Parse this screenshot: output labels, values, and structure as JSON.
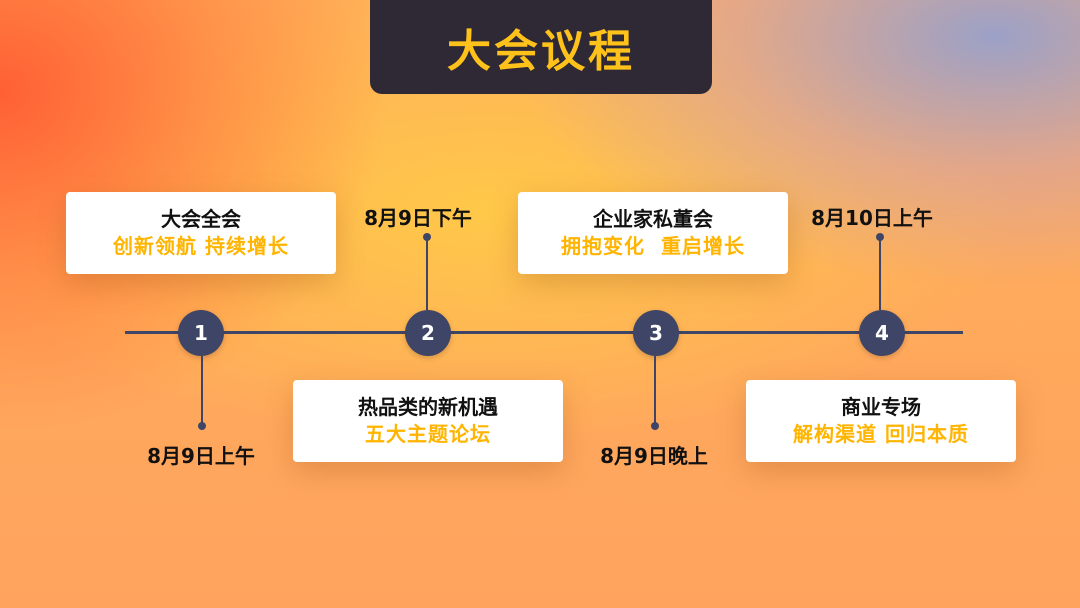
{
  "title": "大会议程",
  "timeline": [
    {
      "number": "1",
      "time": "8月9日上午",
      "title": "大会全会",
      "subtitle": "创新领航 持续增长"
    },
    {
      "number": "2",
      "time": "8月9日下午",
      "title": "热品类的新机遇",
      "subtitle": "五大主题论坛"
    },
    {
      "number": "3",
      "time": "8月9日晚上",
      "title": "企业家私董会",
      "subtitle": "拥抱变化  重启增长"
    },
    {
      "number": "4",
      "time": "8月10日上午",
      "title": "商业专场",
      "subtitle": "解构渠道 回归本质"
    }
  ],
  "colors": {
    "accent": "#ffc21a",
    "node": "#3f4566",
    "title_bg": "#2f2936"
  }
}
